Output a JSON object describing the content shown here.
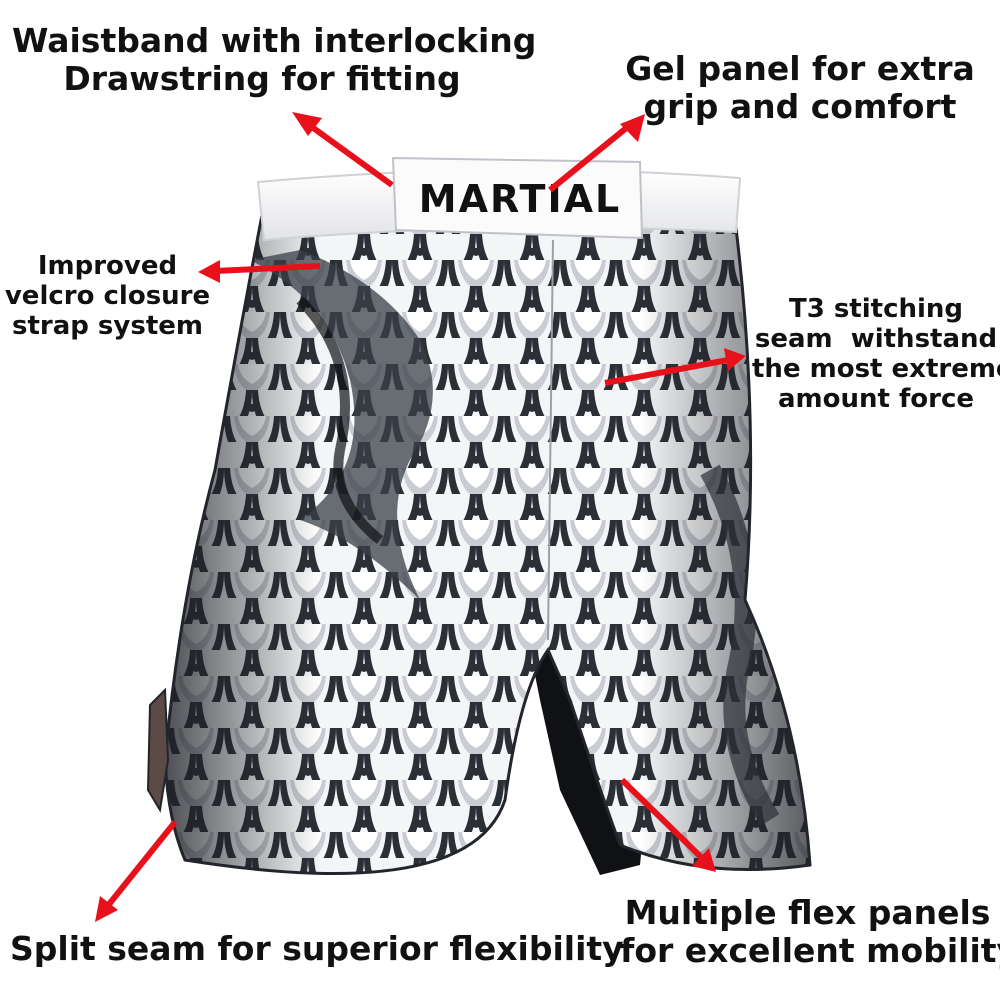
{
  "product": {
    "brand_text": "MARTIAL",
    "colors": {
      "arrow": "#e8111b",
      "scale_dark": "#262a31",
      "scale_light": "#f4f5f7",
      "inner_panel": "#101114",
      "waistband": "#f7f7f7"
    }
  },
  "callouts": {
    "waistband": {
      "line1": "Waistband with interlocking",
      "line2": "Drawstring for fitting"
    },
    "gel_panel": {
      "line1": "Gel panel for extra",
      "line2": "grip and comfort"
    },
    "velcro": {
      "line1": "Improved",
      "line2": "velcro closure",
      "line3": "strap system"
    },
    "stitching": {
      "line1": "T3 stitching",
      "line2": "seam  withstand",
      "line3": "the most extreme",
      "line4": "amount force"
    },
    "split_seam": {
      "line1": "Split seam for superior flexibility"
    },
    "flex_panels": {
      "line1": "Multiple flex panels",
      "line2": "for excellent mobility"
    }
  }
}
